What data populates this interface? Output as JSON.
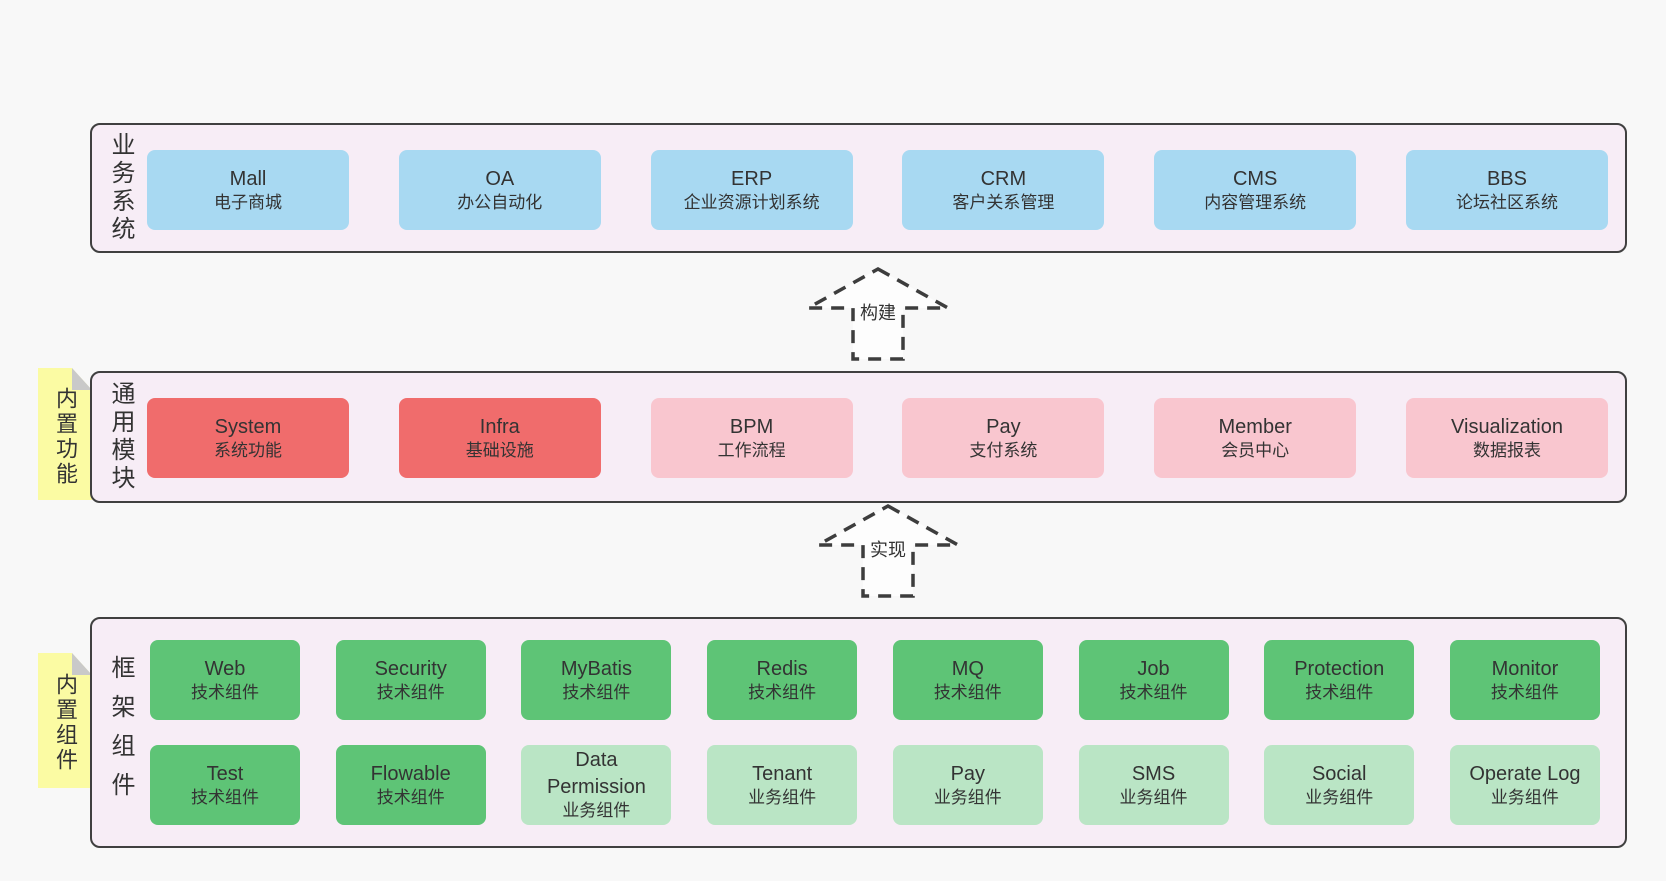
{
  "layers": [
    {
      "label": "业务系统",
      "boxes": [
        {
          "title": "Mall",
          "subtitle": "电子商城",
          "variant": "blue"
        },
        {
          "title": "OA",
          "subtitle": "办公自动化",
          "variant": "blue"
        },
        {
          "title": "ERP",
          "subtitle": "企业资源计划系统",
          "variant": "blue"
        },
        {
          "title": "CRM",
          "subtitle": "客户关系管理",
          "variant": "blue"
        },
        {
          "title": "CMS",
          "subtitle": "内容管理系统",
          "variant": "blue"
        },
        {
          "title": "BBS",
          "subtitle": "论坛社区系统",
          "variant": "blue"
        }
      ]
    },
    {
      "label": "通用模块",
      "sticky": "内置功能",
      "boxes": [
        {
          "title": "System",
          "subtitle": "系统功能",
          "variant": "red"
        },
        {
          "title": "Infra",
          "subtitle": "基础设施",
          "variant": "red"
        },
        {
          "title": "BPM",
          "subtitle": "工作流程",
          "variant": "pink"
        },
        {
          "title": "Pay",
          "subtitle": "支付系统",
          "variant": "pink"
        },
        {
          "title": "Member",
          "subtitle": "会员中心",
          "variant": "pink"
        },
        {
          "title": "Visualization",
          "subtitle": "数据报表",
          "variant": "pink"
        }
      ]
    },
    {
      "label": "框架组件",
      "sticky": "内置组件",
      "rows": [
        [
          {
            "title": "Web",
            "subtitle": "技术组件",
            "variant": "green"
          },
          {
            "title": "Security",
            "subtitle": "技术组件",
            "variant": "green"
          },
          {
            "title": "MyBatis",
            "subtitle": "技术组件",
            "variant": "green"
          },
          {
            "title": "Redis",
            "subtitle": "技术组件",
            "variant": "green"
          },
          {
            "title": "MQ",
            "subtitle": "技术组件",
            "variant": "green"
          },
          {
            "title": "Job",
            "subtitle": "技术组件",
            "variant": "green"
          },
          {
            "title": "Protection",
            "subtitle": "技术组件",
            "variant": "green"
          },
          {
            "title": "Monitor",
            "subtitle": "技术组件",
            "variant": "green"
          }
        ],
        [
          {
            "title": "Test",
            "subtitle": "技术组件",
            "variant": "green"
          },
          {
            "title": "Flowable",
            "subtitle": "技术组件",
            "variant": "green"
          },
          {
            "title": "Data Permission",
            "subtitle": "业务组件",
            "variant": "green-light"
          },
          {
            "title": "Tenant",
            "subtitle": "业务组件",
            "variant": "green-light"
          },
          {
            "title": "Pay",
            "subtitle": "业务组件",
            "variant": "green-light"
          },
          {
            "title": "SMS",
            "subtitle": "业务组件",
            "variant": "green-light"
          },
          {
            "title": "Social",
            "subtitle": "业务组件",
            "variant": "green-light"
          },
          {
            "title": "Operate Log",
            "subtitle": "业务组件",
            "variant": "green-light"
          }
        ]
      ]
    }
  ],
  "arrows": [
    {
      "label": "构建"
    },
    {
      "label": "实现"
    }
  ],
  "colors": {
    "page-bg": "#f8f8f8",
    "layer-bg": "#f7edf6",
    "layer-border": "#404040",
    "blue": "#a8d9f2",
    "red": "#f06c6c",
    "pink": "#f9c6cf",
    "green": "#5ec476",
    "green-light": "#bae5c5",
    "sticky": "#fbfba3",
    "sticky-fold": "#c9c9c9",
    "arrow-stroke": "#3d3d3d",
    "text": "#333333"
  }
}
